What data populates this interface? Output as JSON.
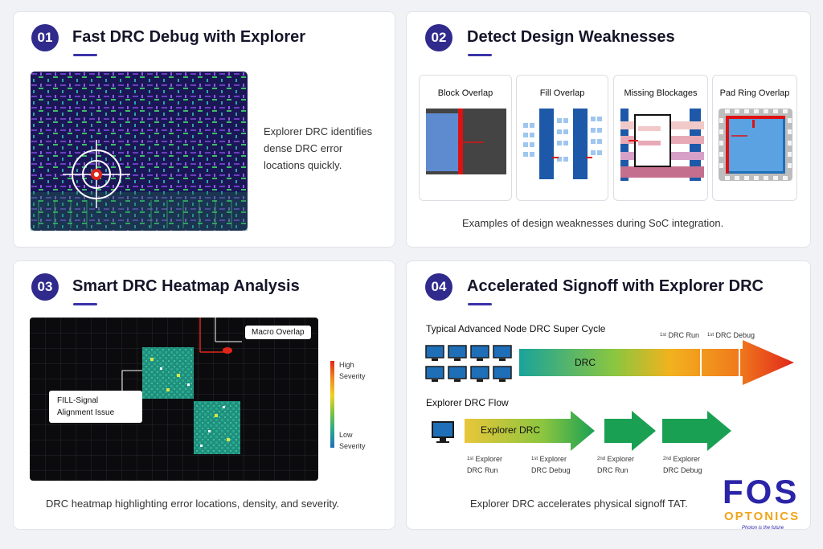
{
  "panels": {
    "p1": {
      "number": "01",
      "title": "Fast DRC Debug with Explorer",
      "description": "Explorer DRC identifies dense DRC error locations quickly."
    },
    "p2": {
      "number": "02",
      "title": "Detect Design Weaknesses",
      "cards": [
        "Block Overlap",
        "Fill Overlap",
        "Missing Blockages",
        "Pad Ring Overlap"
      ],
      "caption": "Examples of design weaknesses during SoC integration."
    },
    "p3": {
      "number": "03",
      "title": "Smart DRC Heatmap Analysis",
      "callout_macro": "Macro Overlap",
      "callout_fill": "FILL-Signal Alignment Issue",
      "legend_high": "High Severity",
      "legend_low": "Low Severity",
      "caption": "DRC heatmap highlighting error locations, density, and severity."
    },
    "p4": {
      "number": "04",
      "title": "Accelerated Signoff with Explorer DRC",
      "typical_label": "Typical Advanced Node DRC Super Cycle",
      "drc_label": "DRC",
      "first_run": "DRC Run",
      "first_debug": "DRC Debug",
      "ord_1st": "1st",
      "flow_label": "Explorer DRC Flow",
      "explorer_label": "Explorer DRC",
      "steps": [
        {
          "ord": "1st",
          "line1": "Explorer",
          "line2": "DRC Run"
        },
        {
          "ord": "1st",
          "line1": "Explorer",
          "line2": "DRC Debug"
        },
        {
          "ord": "2nd",
          "line1": "Explorer",
          "line2": "DRC Run"
        },
        {
          "ord": "2nd",
          "line1": "Explorer",
          "line2": "DRC Debug"
        }
      ],
      "caption": "Explorer DRC accelerates physical signoff TAT."
    }
  },
  "logo": {
    "line1": "FOS",
    "line2": "OPTONICS",
    "tagline": "Photon is the future"
  },
  "colors": {
    "accent": "#2f2a8c",
    "green": "#1aa053",
    "red": "#e0261b"
  }
}
